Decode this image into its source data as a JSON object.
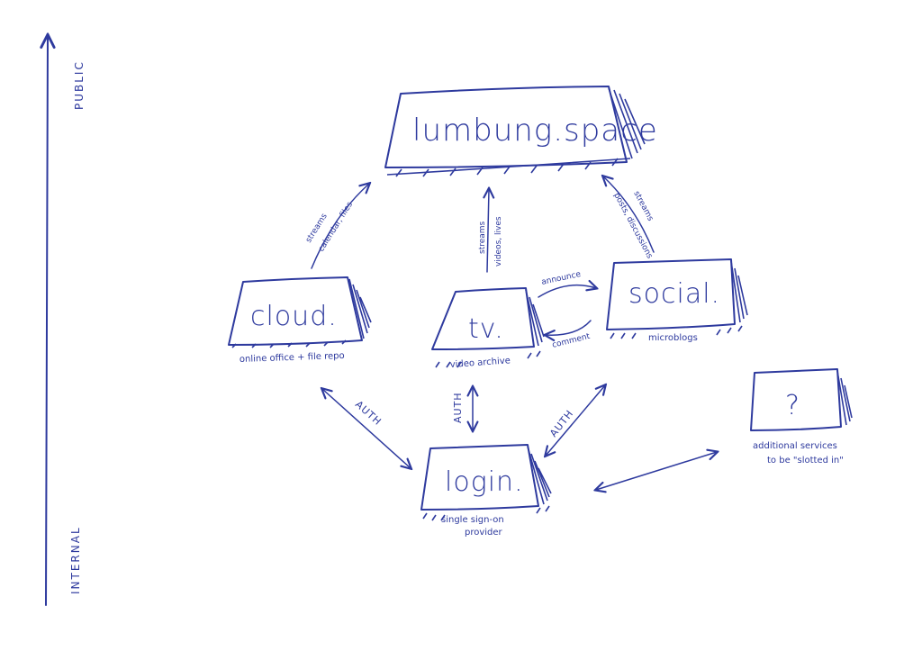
{
  "colors": {
    "ink": "#2e3a9e",
    "paper": "#ffffff"
  },
  "axis": {
    "top": "PUBLIC",
    "bottom": "INTERNAL"
  },
  "nodes": {
    "lumbung": {
      "label": "lumbung.space"
    },
    "cloud": {
      "label": "cloud.",
      "caption": "online office + file repo"
    },
    "tv": {
      "label": "tv.",
      "caption": "video archive"
    },
    "social": {
      "label": "social.",
      "caption": "microblogs"
    },
    "login": {
      "label": "login.",
      "caption_line1": "single sign-on",
      "caption_line2": "provider"
    },
    "extra": {
      "label": "?",
      "caption_line1": "additional services",
      "caption_line2": "to be \"slotted in\""
    }
  },
  "edges": {
    "cloud_lumbung": {
      "line1": "streams",
      "line2": "calendar, files"
    },
    "tv_lumbung": {
      "line1": "streams",
      "line2": "videos, lives"
    },
    "social_lumbung": {
      "line1": "streams",
      "line2": "posts, discussions"
    },
    "tv_social": {
      "label": "announce"
    },
    "social_tv": {
      "label": "comment"
    },
    "cloud_login": {
      "label": "AUTH"
    },
    "tv_login": {
      "label": "AUTH"
    },
    "social_login": {
      "label": "AUTH"
    }
  }
}
